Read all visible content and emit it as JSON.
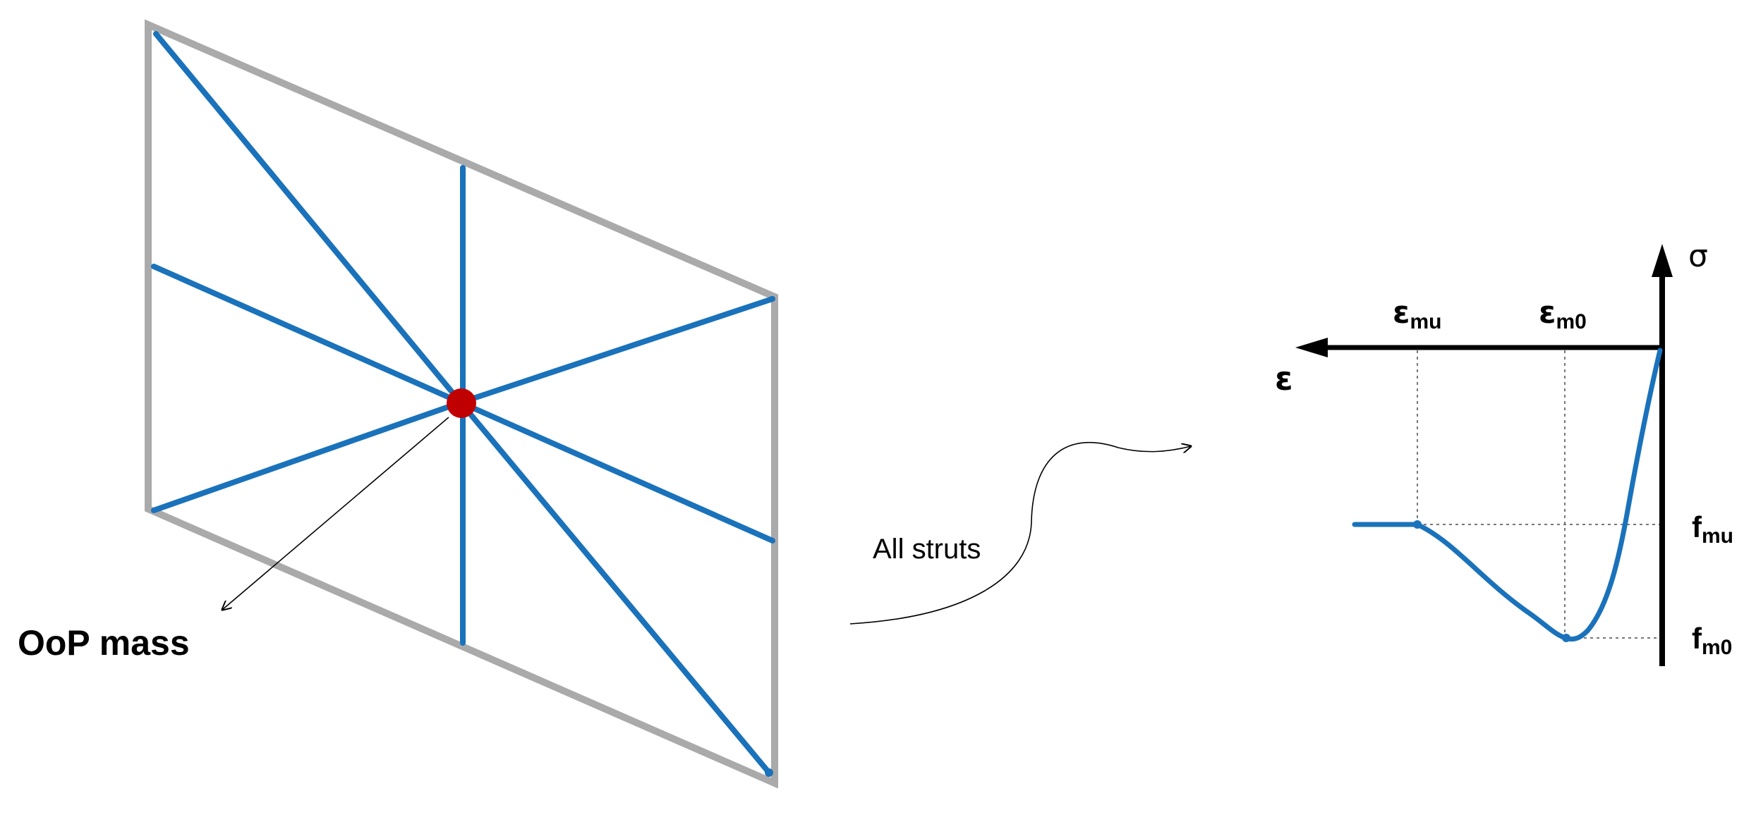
{
  "labels": {
    "oop_mass": "OoP mass",
    "all_struts": "All struts",
    "sigma": "σ",
    "epsilon": "ε",
    "eps_mu_base": "ε",
    "eps_mu_sub": "mu",
    "eps_m0_base": "ε",
    "eps_m0_sub": "m0",
    "f_mu_base": "f",
    "f_mu_sub": "mu",
    "f_m0_base": "f",
    "f_m0_sub": "m0"
  },
  "colors": {
    "frame": "#aaaaaa",
    "strut": "#1a72bb",
    "mass_node": "#c00000",
    "axis": "#000000",
    "guide": "#777777"
  }
}
